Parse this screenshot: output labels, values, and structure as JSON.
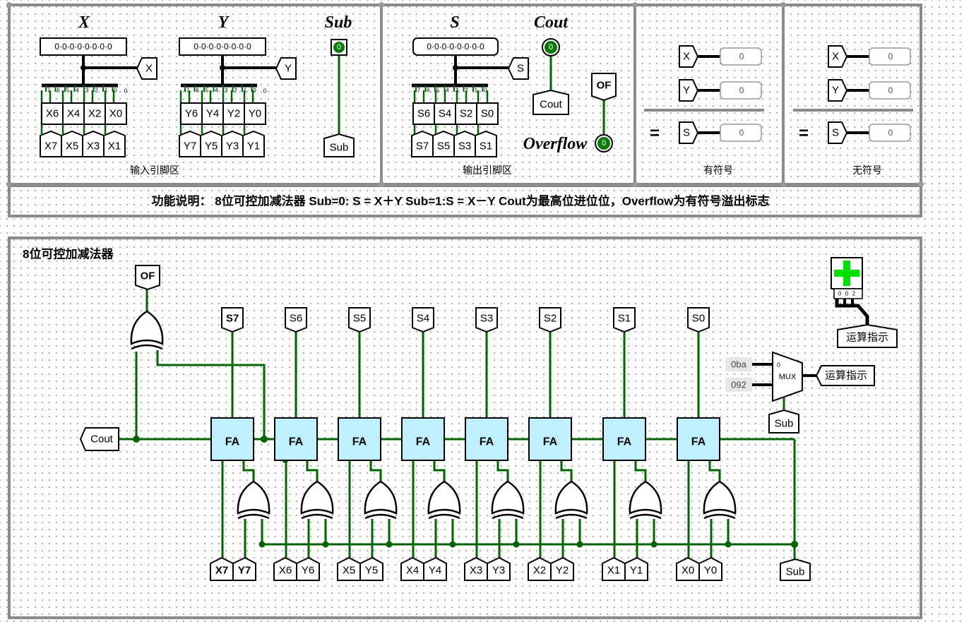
{
  "top": {
    "titles": {
      "x": "X",
      "y": "Y",
      "sub": "Sub",
      "s": "S",
      "cout": "Cout",
      "overflow": "Overflow"
    },
    "input_area_label": "输入引脚区",
    "output_area_label": "输出引脚区",
    "signed_label": "有符号",
    "unsigned_label": "无符号",
    "bus_value": "0·0·0·0·0·0·0·0",
    "led_value": "0",
    "x_tunnel": "X",
    "y_tunnel": "Y",
    "s_tunnel": "S",
    "sub_tunnel": "Sub",
    "cout_tunnel": "Cout",
    "of_tunnel": "OF",
    "bit_tick": "0",
    "x_pins_row1": [
      "X6",
      "X4",
      "X2",
      "X0"
    ],
    "x_pins_row2": [
      "X7",
      "X5",
      "X3",
      "X1"
    ],
    "y_pins_row1": [
      "Y6",
      "Y4",
      "Y2",
      "Y0"
    ],
    "y_pins_row2": [
      "Y7",
      "Y5",
      "Y3",
      "Y1"
    ],
    "s_pins_row1": [
      "S6",
      "S4",
      "S2",
      "S0"
    ],
    "s_pins_row2": [
      "S7",
      "S5",
      "S3",
      "S1"
    ],
    "probe_value": "0",
    "equals": "="
  },
  "description": "功能说明：   8位可控加减法器    Sub=0: S = X＋Y  Sub=1:S = X－Y   Cout为最高位进位位，Overflow为有符号溢出标志",
  "main": {
    "title": "8位可控加减法器",
    "of_label": "OF",
    "cout_label": "Cout",
    "sub_label": "Sub",
    "fa_label": "FA",
    "s_outputs": [
      "S7",
      "S6",
      "S5",
      "S4",
      "S3",
      "S2",
      "S1",
      "S0"
    ],
    "x_inputs": [
      "X7",
      "X6",
      "X5",
      "X4",
      "X3",
      "X2",
      "X1",
      "X0"
    ],
    "y_inputs": [
      "Y7",
      "Y6",
      "Y5",
      "Y4",
      "Y3",
      "Y2",
      "Y1",
      "Y0"
    ],
    "mux_inputs": [
      "0ba",
      "092"
    ],
    "mux_label": "MUX",
    "mux_sel0": "0",
    "op_indicator": "运算指示",
    "tiny_labels": [
      "0",
      "0",
      "2"
    ]
  },
  "colors": {
    "wire": "#006400",
    "fa_fill": "#bff0ff",
    "frame": "#8a8a8a",
    "led_green": "#00e000"
  }
}
